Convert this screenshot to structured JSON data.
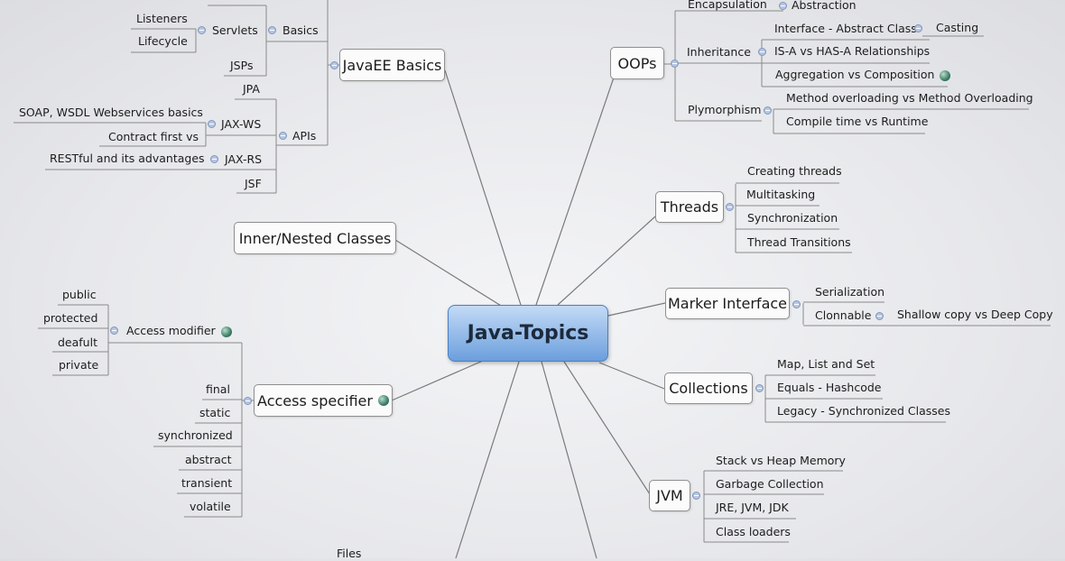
{
  "center": "Java-Topics",
  "oops": {
    "title": "OOPs",
    "encapsulation": "Encapsulation",
    "abstraction": "Abstraction",
    "inheritance": "Inheritance",
    "interface_abstract": "Interface - Abstract Class",
    "casting": "Casting",
    "isa_hasa": "IS-A vs HAS-A Relationships",
    "aggregation": "Aggregation vs Composition",
    "polymorphism": "Plymorphism",
    "method_overloading": "Method overloading vs Method Overloading",
    "compile_runtime": "Compile time vs Runtime"
  },
  "threads": {
    "title": "Threads",
    "items": [
      "Creating threads",
      "Multitasking",
      "Synchronization",
      "Thread Transitions"
    ]
  },
  "marker": {
    "title": "Marker Interface",
    "serialization": "Serialization",
    "clonnable": "Clonnable",
    "shallow_deep": "Shallow copy vs Deep Copy"
  },
  "collections": {
    "title": "Collections",
    "items": [
      "Map, List and Set",
      "Equals - Hashcode",
      "Legacy - Synchronized Classes"
    ]
  },
  "jvm": {
    "title": "JVM",
    "items": [
      "Stack vs Heap Memory",
      "Garbage Collection",
      "JRE, JVM, JDK",
      "Class loaders"
    ]
  },
  "javaee": {
    "title": "JavaEE Basics",
    "basics": "Basics",
    "servlets": "Servlets",
    "listeners": "Listeners",
    "lifecycle": "Lifecycle",
    "jsps": "JSPs",
    "apis": "APIs",
    "jpa": "JPA",
    "jaxws": "JAX-WS",
    "soap": "SOAP, WSDL Webservices basics",
    "contract": "Contract first vs",
    "jaxrs": "JAX-RS",
    "restful": "RESTful  and its advantages",
    "jsf": "JSF"
  },
  "inner": {
    "title": "Inner/Nested Classes"
  },
  "access": {
    "title": "Access specifier",
    "modifier": "Access modifier",
    "modifiers": [
      "public",
      "protected",
      "deafult",
      "private"
    ],
    "keywords": [
      "final",
      "static",
      "synchronized",
      "abstract",
      "transient",
      "volatile"
    ]
  },
  "files": "Files"
}
